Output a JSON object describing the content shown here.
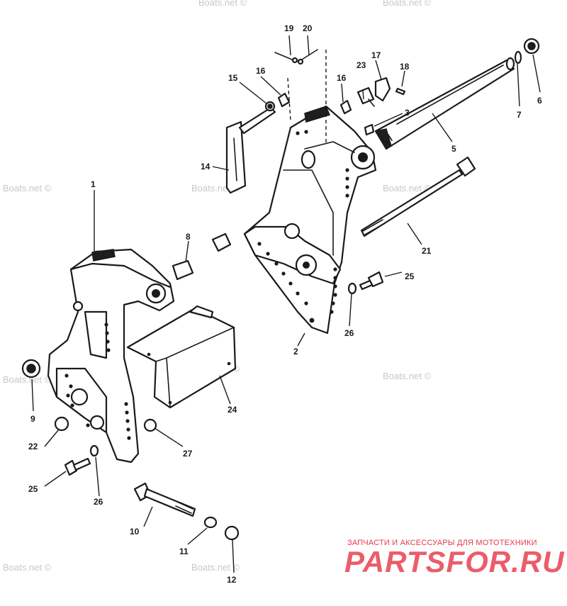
{
  "callouts": [
    {
      "id": "c1",
      "label": "1"
    },
    {
      "id": "c2",
      "label": "2"
    },
    {
      "id": "c3",
      "label": "3"
    },
    {
      "id": "c5",
      "label": "5"
    },
    {
      "id": "c6",
      "label": "6"
    },
    {
      "id": "c7",
      "label": "7"
    },
    {
      "id": "c8",
      "label": "8"
    },
    {
      "id": "c9",
      "label": "9"
    },
    {
      "id": "c10",
      "label": "10"
    },
    {
      "id": "c11",
      "label": "11"
    },
    {
      "id": "c12",
      "label": "12"
    },
    {
      "id": "c14",
      "label": "14"
    },
    {
      "id": "c15",
      "label": "15"
    },
    {
      "id": "c16a",
      "label": "16"
    },
    {
      "id": "c16b",
      "label": "16"
    },
    {
      "id": "c17",
      "label": "17"
    },
    {
      "id": "c18",
      "label": "18"
    },
    {
      "id": "c19",
      "label": "19"
    },
    {
      "id": "c20",
      "label": "20"
    },
    {
      "id": "c21",
      "label": "21"
    },
    {
      "id": "c22",
      "label": "22"
    },
    {
      "id": "c23",
      "label": "23"
    },
    {
      "id": "c24",
      "label": "24"
    },
    {
      "id": "c25a",
      "label": "25"
    },
    {
      "id": "c25b",
      "label": "25"
    },
    {
      "id": "c26a",
      "label": "26"
    },
    {
      "id": "c26b",
      "label": "26"
    },
    {
      "id": "c27",
      "label": "27"
    }
  ],
  "watermark": "Boats.net ©",
  "brand": {
    "tagline": "ЗАПЧАСТИ И АКСЕССУАРЫ ДЛЯ МОТОТЕХНИКИ",
    "logo": "PARTSFOR.RU"
  }
}
